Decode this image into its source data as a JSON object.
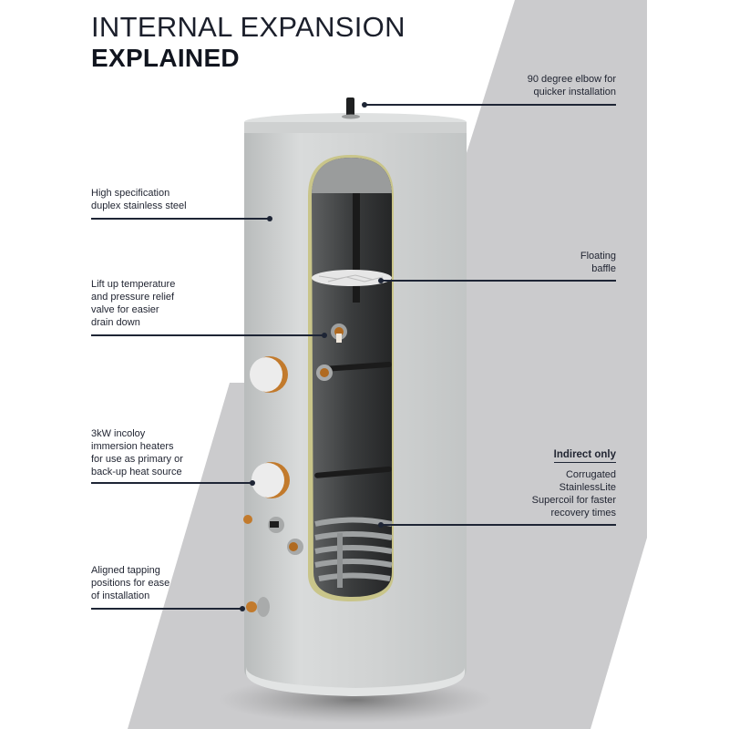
{
  "header": {
    "title_line1": "INTERNAL EXPANSION",
    "title_line2": "EXPLAINED"
  },
  "callouts": {
    "elbow": {
      "lines": [
        "90 degree elbow for",
        "quicker installation"
      ]
    },
    "steel": {
      "lines": [
        "High specification",
        "duplex stainless steel"
      ]
    },
    "baffle": {
      "lines": [
        "Floating",
        "baffle"
      ]
    },
    "relief_valve": {
      "lines": [
        "Lift up temperature",
        "and pressure relief",
        "valve for easier",
        "drain down"
      ]
    },
    "immersion": {
      "lines": [
        "3kW incoloy",
        "immersion heaters",
        "for use as primary or",
        "back-up heat source"
      ]
    },
    "supercoil": {
      "heading": "Indirect only",
      "lines": [
        "Corrugated",
        "StainlessLite",
        "Supercoil for faster",
        "recovery times"
      ]
    },
    "tapping": {
      "lines": [
        "Aligned tapping",
        "positions for ease",
        "of installation"
      ]
    }
  },
  "colors": {
    "background": "#ffffff",
    "gray_panel": "#cbcbcd",
    "text": "#1b1f2b",
    "leader_line": "#1e2535",
    "tank_body": "#d3d5d5",
    "tank_interior": "#3a3c3d",
    "insulation_edge": "#c9c58a",
    "brass": "#c27a2c"
  }
}
